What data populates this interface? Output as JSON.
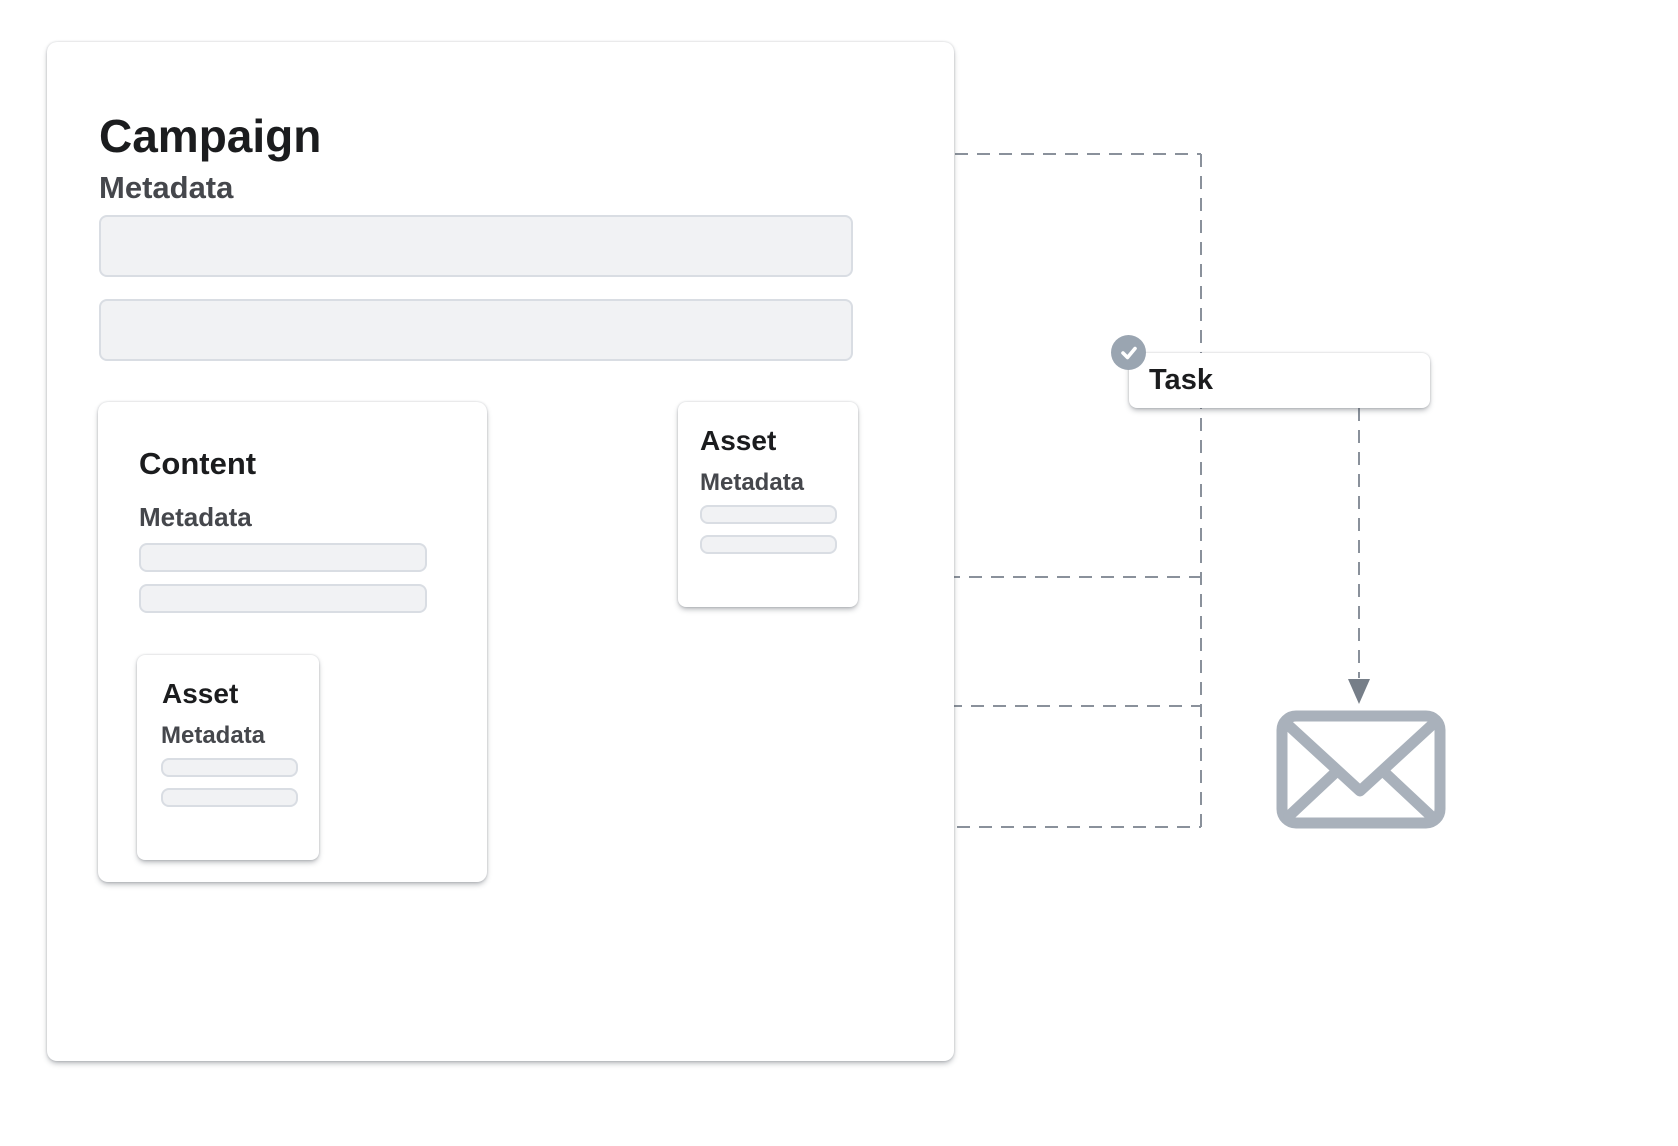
{
  "colors": {
    "background": "#ffffff",
    "card_background": "#ffffff",
    "title_text": "#1b1c1e",
    "label_text": "#45474c",
    "field_fill": "#f1f2f4",
    "field_border": "#d9dde3",
    "connector_gray": "#8a919b",
    "icon_gray": "#a9b1bb",
    "check_circle_gray": "#9aa5b1"
  },
  "campaign": {
    "title": "Campaign",
    "metadata_label": "Metadata",
    "placeholder_fields": 2
  },
  "content": {
    "title": "Content",
    "metadata_label": "Metadata",
    "placeholder_fields": 2,
    "asset": {
      "title": "Asset",
      "metadata_label": "Metadata",
      "placeholder_fields": 2
    }
  },
  "asset": {
    "title": "Asset",
    "metadata_label": "Metadata",
    "placeholder_fields": 2
  },
  "task": {
    "label": "Task",
    "status_icon": "check-icon"
  },
  "output": {
    "icon": "envelope-icon"
  }
}
